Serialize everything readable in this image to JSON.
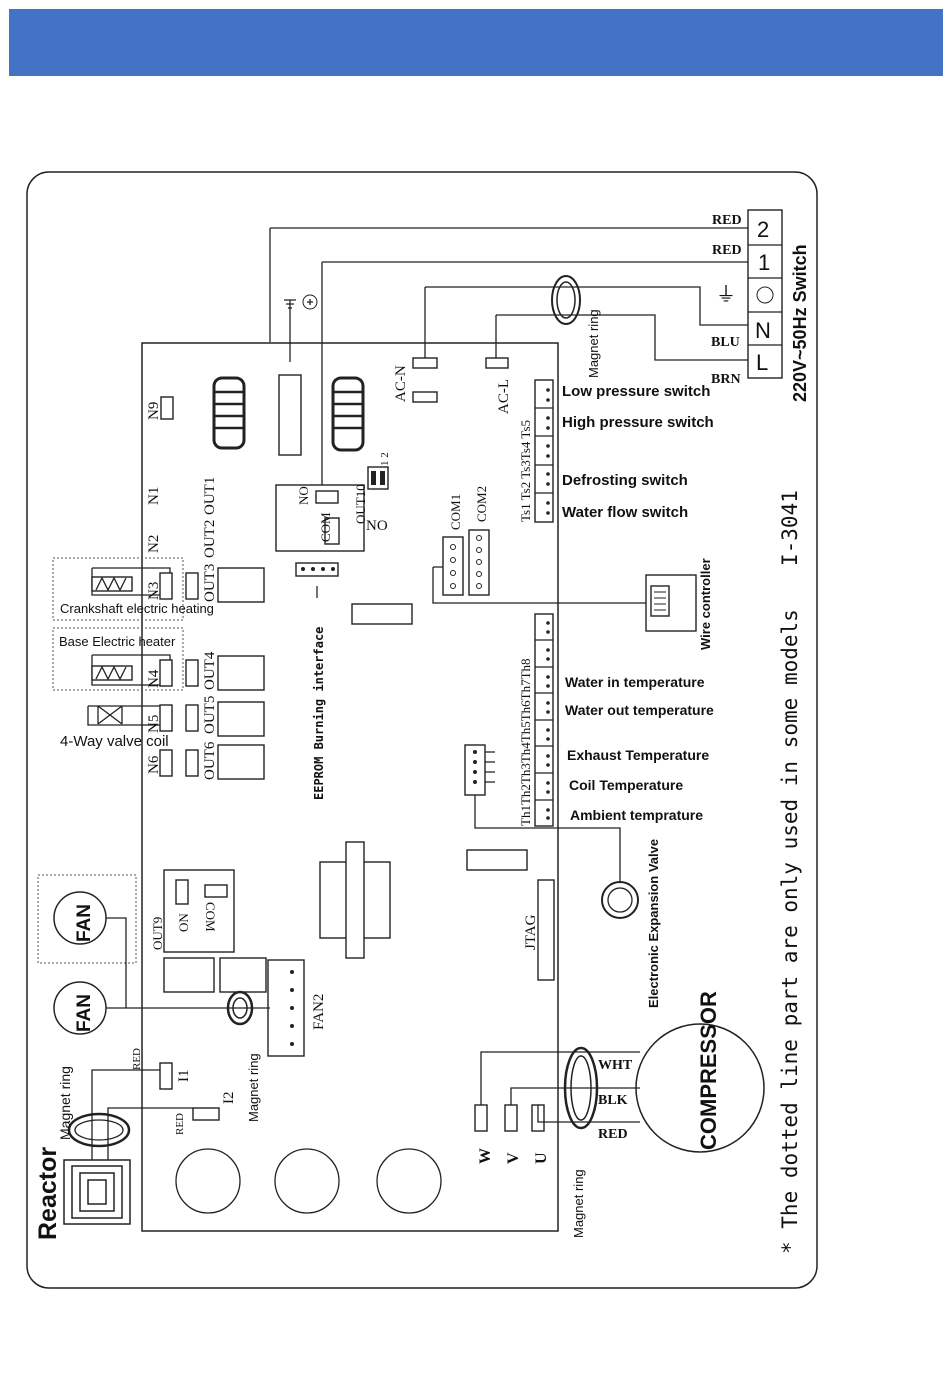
{
  "colors": {
    "header": "#4472C4",
    "line": "#222222"
  },
  "labels": {
    "red1": "RED",
    "red2": "RED",
    "blu": "BLU",
    "brn": "BRN",
    "term1": "1",
    "term2": "2",
    "termN": "N",
    "termL": "L",
    "earth": "⏚",
    "switch": "220V~50Hz Switch",
    "magring_top": "Magnet ring",
    "ac_n": "AC-N",
    "ac_l": "AC-L",
    "ts": "Ts1 Ts2 Ts3Ts4 Ts5",
    "low_pressure": "Low pressure switch",
    "high_pressure": "High pressure switch",
    "defrost": "Defrosting switch",
    "water_flow": "Water flow switch",
    "n9": "N9",
    "n1": "N1",
    "out1": "OUT1",
    "n2": "N2",
    "out2": "OUT2",
    "n3": "N3",
    "out3": "OUT3",
    "n4": "N4",
    "out4": "OUT4",
    "n5": "N5",
    "out5": "OUT5",
    "n6": "N6",
    "out6": "OUT6",
    "no": "NO",
    "com": "COM",
    "out10": "OUT10",
    "no2": "NO",
    "dip": "1 2",
    "com1": "COM1",
    "com2": "COM2",
    "crankshaft": "Crankshaft electric heating",
    "base_heater": "Base Electric heater",
    "four_way": "4-Way valve coil",
    "eeprom": "EEPROM Burning interface",
    "wire_ctrl": "Wire controller",
    "th": "Th1Th2Th3Th4Th5Th6Th7Th8",
    "water_in": "Water in temperature",
    "water_out": "Water out temperature",
    "exhaust": "Exhaust Temperature",
    "coil": "Coil Temperature",
    "ambient": "Ambient temprature",
    "eev": "Electronic Expansion Valve",
    "jtag": "JTAG",
    "out9": "OUT9",
    "on": "ON",
    "com9": "COM",
    "fan1": "FAN",
    "fan2": "FAN",
    "fan2_conn": "FAN2",
    "magring_fan": "Magnet ring",
    "magring_left": "Magnet ring",
    "i1": "I1",
    "i2": "I2",
    "red_i1": "RED",
    "red_i2": "RED",
    "reactor": "Reactor",
    "w": "W",
    "v": "V",
    "u": "U",
    "wht": "WHT",
    "blk": "BLK",
    "red_c": "RED",
    "compressor": "COMPRESSOR",
    "magring_bottom": "Magnet ring",
    "note": "* The dotted line part are only used in some models",
    "model": "I-3041"
  }
}
